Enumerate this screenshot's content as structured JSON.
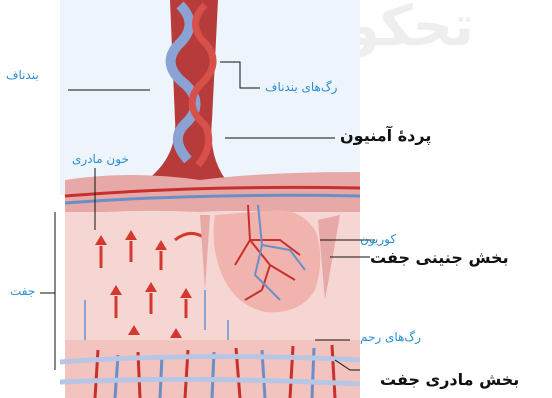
{
  "watermark": "تحکو",
  "labels": {
    "umbilical_cord": "بندناف",
    "umbilical_vessels": "رگ‌های بندناف",
    "amnion": "پردهٔ آمنیون",
    "maternal_blood": "خون مادری",
    "chorion": "کوریون",
    "fetal_part": "بخش جنینی جفت",
    "placenta": "جفت",
    "uterine_vessels": "رگ‌های رحم",
    "maternal_part": "بخش مادری جفت"
  },
  "colors": {
    "label_blue": "#2a8fd0",
    "label_black": "#111111",
    "artery_red": "#c9302c",
    "vein_blue": "#6a8fc8",
    "tissue_pink": "#f4c7c4"
  }
}
